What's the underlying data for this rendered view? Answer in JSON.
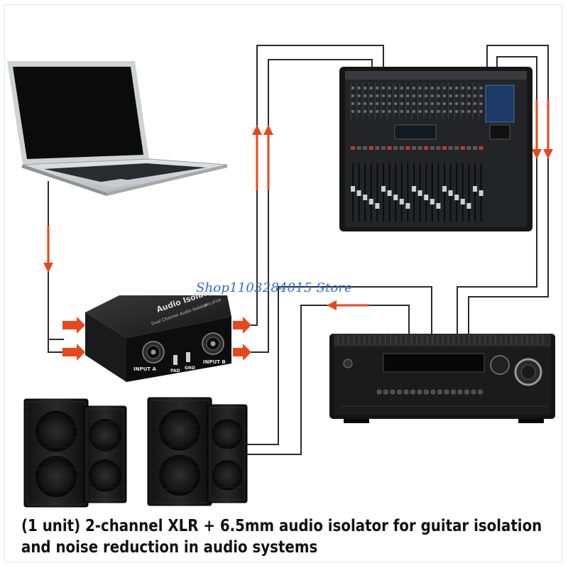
{
  "caption": {
    "line1": "(1 unit) 2-channel XLR + 6.5mm audio isolator for guitar isolation",
    "line2": "and noise reduction in audio systems"
  },
  "watermark": "Shop1103284015 Store",
  "isolator": {
    "top_label": "Audio Isolator",
    "top_sublabel": "Dual Channel Audio Isolator",
    "side_label": "ISOLATOR",
    "input_a": "INPUT A",
    "pad": "PAD",
    "gnd": "GND",
    "input_b": "INPUT B"
  },
  "colors": {
    "arrow": "#e8471c",
    "cable": "#2b2b2b",
    "device": "#1c1c1c",
    "caption": "#111111",
    "watermark": "#2f6bd6"
  }
}
